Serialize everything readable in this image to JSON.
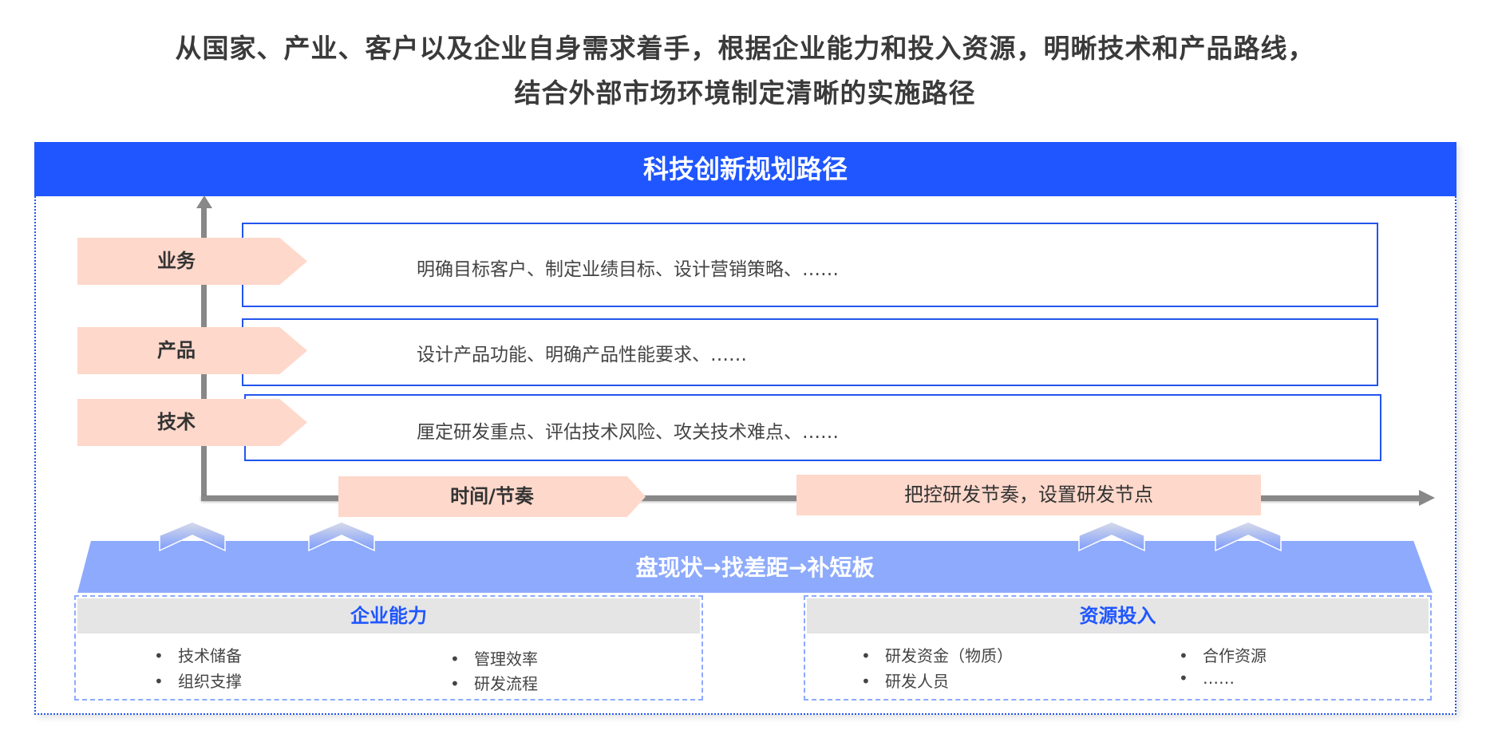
{
  "headline": {
    "line1": "从国家、产业、客户以及企业自身需求着手，根据企业能力和投入资源，明晰技术和产品路线，",
    "line2": "结合外部市场环境制定清晰的实施路径"
  },
  "banner": {
    "title": "科技创新规划路径"
  },
  "rows": [
    {
      "tag": "业务",
      "text": "明确目标客户、制定业绩目标、设计营销策略、……"
    },
    {
      "tag": "产品",
      "text": "设计产品功能、明确产品性能要求、……"
    },
    {
      "tag": "技术",
      "text": "厘定研发重点、评估技术风险、攻关技术难点、……"
    }
  ],
  "timeline": {
    "tag": "时间/节奏",
    "note": "把控研发节奏，设置研发节点"
  },
  "gap_bar": {
    "text": "盘现状→找差距→补短板"
  },
  "groups": [
    {
      "title": "企业能力",
      "items": [
        "技术储备",
        "组织支撑",
        "管理效率",
        "研发流程"
      ]
    },
    {
      "title": "资源投入",
      "items": [
        "研发资金（物质）",
        "研发人员",
        "合作资源",
        "……"
      ]
    }
  ],
  "colors": {
    "brand_blue": "#1f56ff",
    "tag_peach": "#fed8cb",
    "bar_blue": "#8daafc",
    "axis_gray": "#888888"
  },
  "icons": {
    "bullet": "•",
    "chevron": "chevron-up-icon"
  }
}
